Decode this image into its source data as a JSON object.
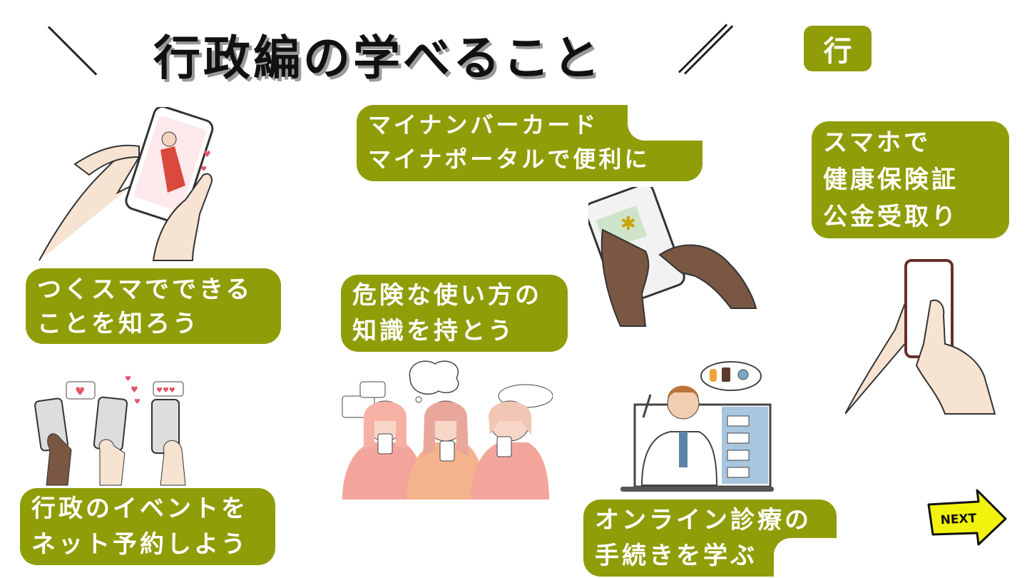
{
  "header": {
    "title": "行政編の学べること",
    "chip": "行"
  },
  "cards": {
    "tsukusuma": [
      "つくスマでできる",
      "ことを知ろう"
    ],
    "mynumber": [
      "マイナンバーカード",
      "マイナポータルで便利に"
    ],
    "smartphone": [
      "スマホで",
      "健康保険証",
      "公金受取り"
    ],
    "danger": [
      "危険な使い方の",
      "知識を持とう"
    ],
    "event": [
      "行政のイベントを",
      "ネット予約しよう"
    ],
    "online": [
      "オンライン診療の",
      "手続きを学ぶ"
    ]
  },
  "next_button": {
    "label": "NEXT"
  },
  "colors": {
    "accent": "#8f9d08",
    "next_fill": "#f2f20f",
    "text": "#111111"
  }
}
